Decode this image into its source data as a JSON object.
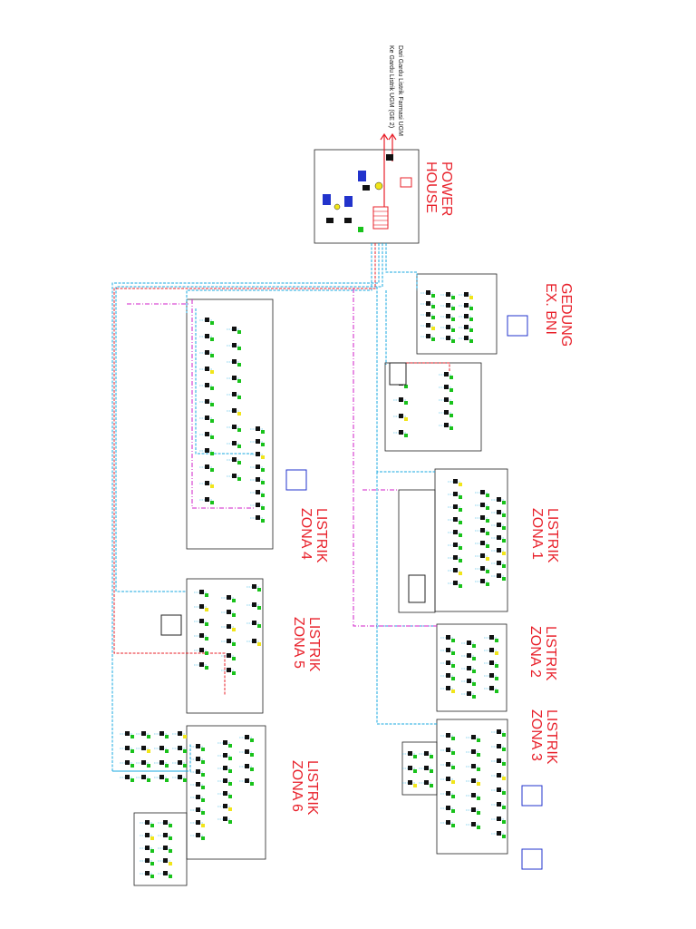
{
  "diagram": {
    "feeds": {
      "incoming": "Dari Gardu Listrik Farmasi UGM",
      "outgoing": "Ke Gardu Listrik UGM (GE 2)"
    },
    "zones": [
      {
        "id": "power-house",
        "lines": [
          "POWER",
          "HOUSE"
        ]
      },
      {
        "id": "gedung-ex-bni",
        "lines": [
          "GEDUNG",
          "EX. BNI"
        ]
      },
      {
        "id": "zona-1",
        "lines": [
          "LISTRIK",
          "ZONA 1"
        ]
      },
      {
        "id": "zona-2",
        "lines": [
          "LISTRIK",
          "ZONA 2"
        ]
      },
      {
        "id": "zona-3",
        "lines": [
          "LISTRIK",
          "ZONA 3"
        ]
      },
      {
        "id": "zona-4",
        "lines": [
          "LISTRIK",
          "ZONA 4"
        ]
      },
      {
        "id": "zona-5",
        "lines": [
          "LISTRIK",
          "ZONA 5"
        ]
      },
      {
        "id": "zona-6",
        "lines": [
          "LISTRIK",
          "ZONA 6"
        ]
      }
    ],
    "colors": {
      "cable_blue": "#1aa9e0",
      "cable_red": "#e8202a",
      "cable_magenta": "#d21fc9",
      "device_green": "#19c21b",
      "device_yellow": "#f1e51a",
      "panel_blue": "#2233cc",
      "outline": "#222222"
    }
  }
}
